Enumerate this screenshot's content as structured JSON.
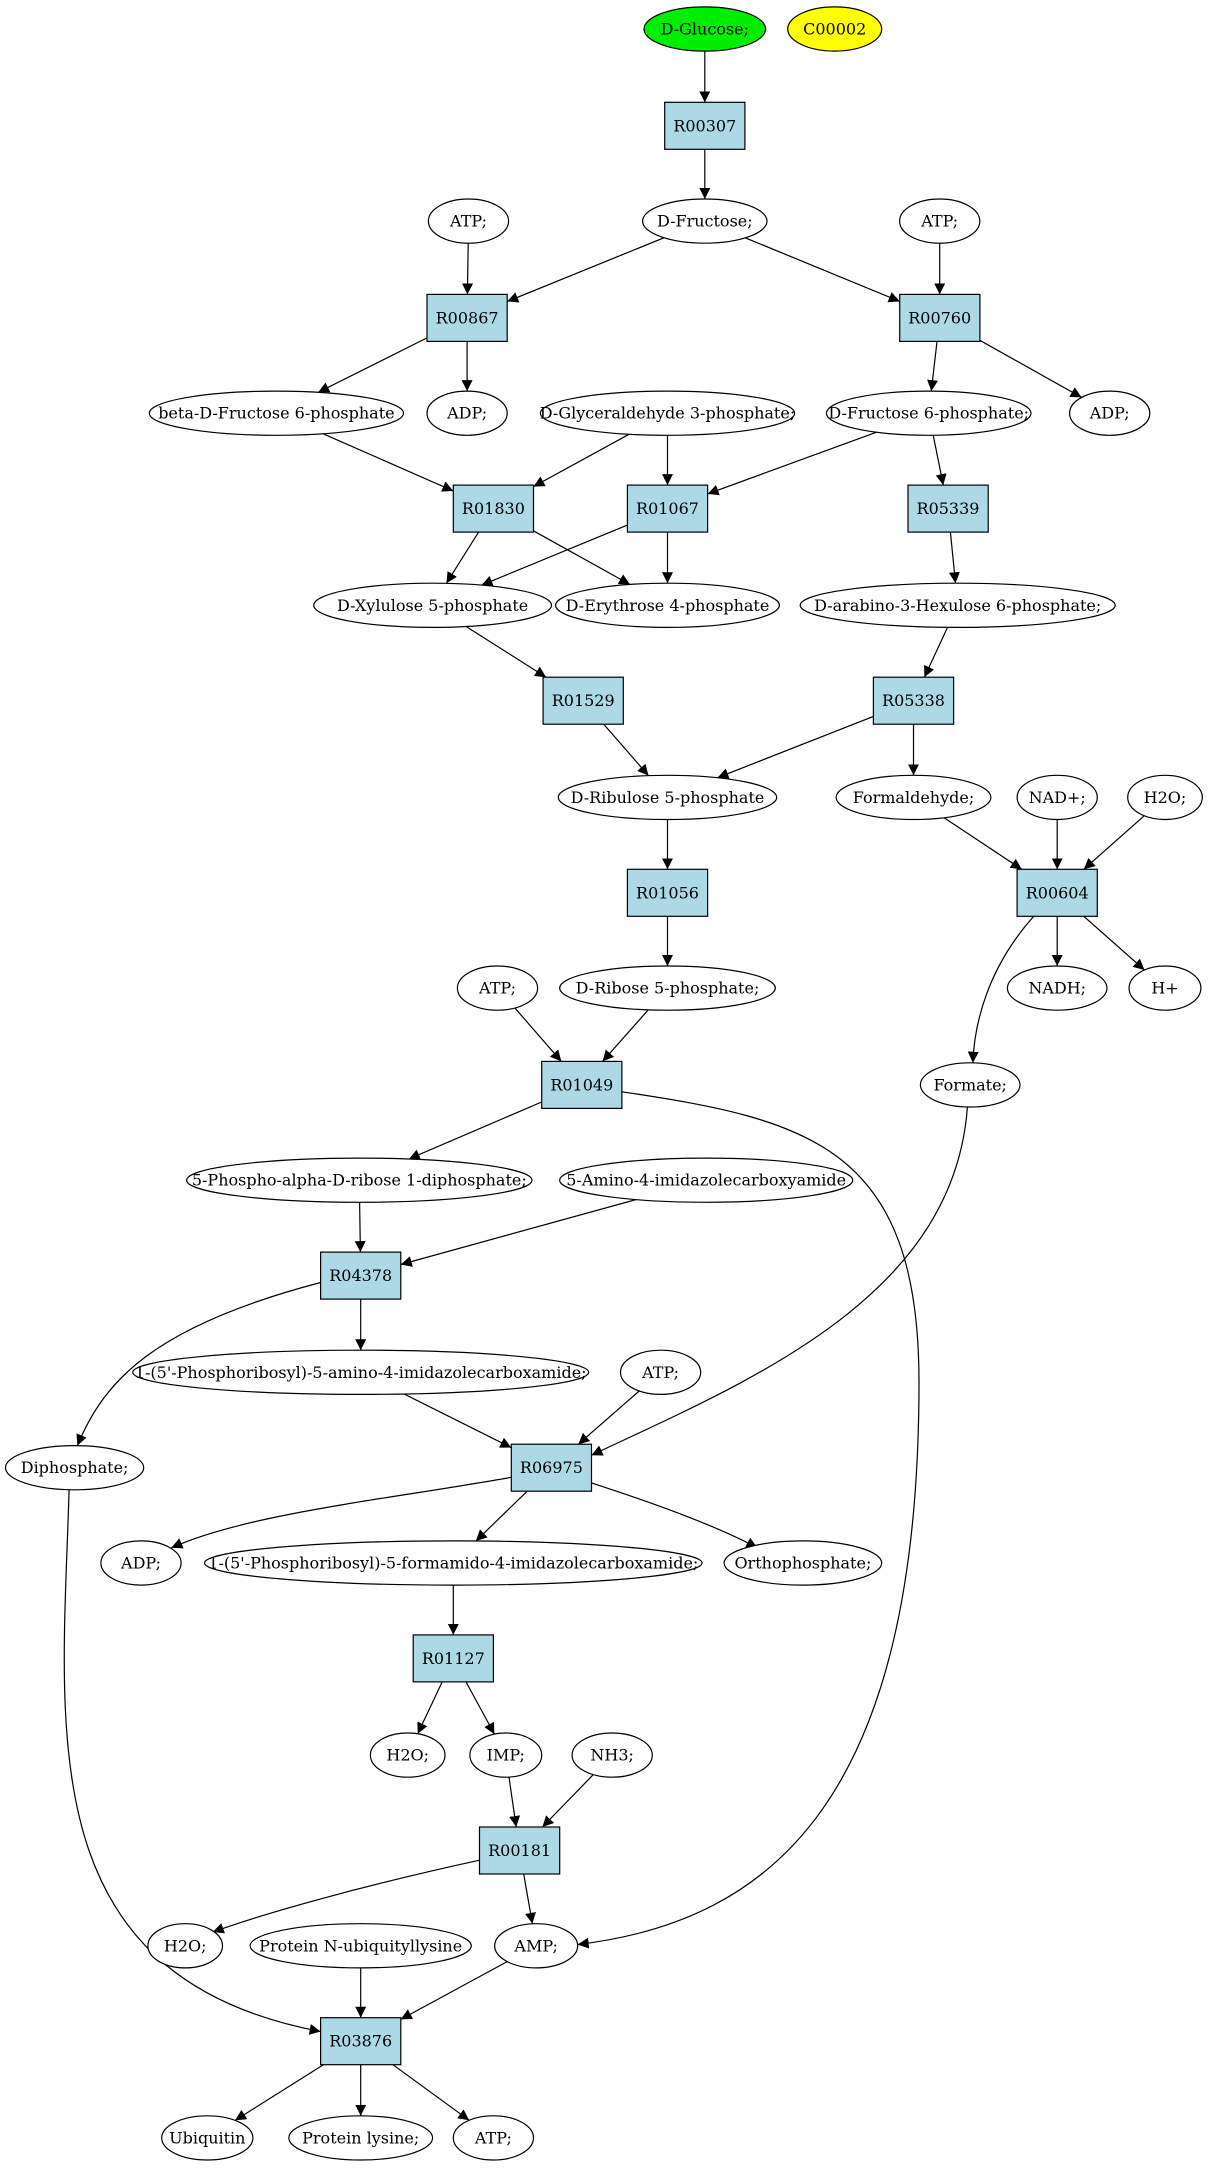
{
  "colors": {
    "reaction_fill": "#add8e6",
    "start_fill": "#00ee00",
    "highlight_fill": "#ffff00",
    "compound_fill": "#ffffff",
    "stroke": "#000000"
  },
  "nodes": [
    {
      "id": "g",
      "label": "D-Glucose;",
      "type": "start"
    },
    {
      "id": "c2",
      "label": "C00002",
      "type": "highlight"
    },
    {
      "id": "r307",
      "label": "R00307",
      "type": "reaction"
    },
    {
      "id": "fru",
      "label": "D-Fructose;",
      "type": "compound"
    },
    {
      "id": "atp1",
      "label": "ATP;",
      "type": "compound"
    },
    {
      "id": "atp2",
      "label": "ATP;",
      "type": "compound"
    },
    {
      "id": "r867",
      "label": "R00867",
      "type": "reaction"
    },
    {
      "id": "r760",
      "label": "R00760",
      "type": "reaction"
    },
    {
      "id": "bf6p",
      "label": "beta-D-Fructose 6-phosphate",
      "type": "compound"
    },
    {
      "id": "adp1",
      "label": "ADP;",
      "type": "compound"
    },
    {
      "id": "g3p",
      "label": "D-Glyceraldehyde 3-phosphate;",
      "type": "compound"
    },
    {
      "id": "f6p",
      "label": "D-Fructose 6-phosphate;",
      "type": "compound"
    },
    {
      "id": "adp2",
      "label": "ADP;",
      "type": "compound"
    },
    {
      "id": "r1830",
      "label": "R01830",
      "type": "reaction"
    },
    {
      "id": "r1067",
      "label": "R01067",
      "type": "reaction"
    },
    {
      "id": "r5339",
      "label": "R05339",
      "type": "reaction"
    },
    {
      "id": "xu5p",
      "label": "D-Xylulose 5-phosphate",
      "type": "compound"
    },
    {
      "id": "e4p",
      "label": "D-Erythrose 4-phosphate",
      "type": "compound"
    },
    {
      "id": "hu6p",
      "label": "D-arabino-3-Hexulose 6-phosphate;",
      "type": "compound"
    },
    {
      "id": "r1529",
      "label": "R01529",
      "type": "reaction"
    },
    {
      "id": "r5338",
      "label": "R05338",
      "type": "reaction"
    },
    {
      "id": "ru5p",
      "label": "D-Ribulose 5-phosphate",
      "type": "compound"
    },
    {
      "id": "form",
      "label": "Formaldehyde;",
      "type": "compound"
    },
    {
      "id": "nad",
      "label": "NAD+;",
      "type": "compound"
    },
    {
      "id": "h2o1",
      "label": "H2O;",
      "type": "compound"
    },
    {
      "id": "r1056",
      "label": "R01056",
      "type": "reaction"
    },
    {
      "id": "r604",
      "label": "R00604",
      "type": "reaction"
    },
    {
      "id": "atp3",
      "label": "ATP;",
      "type": "compound"
    },
    {
      "id": "r5p",
      "label": "D-Ribose 5-phosphate;",
      "type": "compound"
    },
    {
      "id": "nadh",
      "label": "NADH;",
      "type": "compound"
    },
    {
      "id": "hp",
      "label": "H+",
      "type": "compound"
    },
    {
      "id": "r1049",
      "label": "R01049",
      "type": "reaction"
    },
    {
      "id": "fmt",
      "label": "Formate;",
      "type": "compound"
    },
    {
      "id": "prpp",
      "label": "5-Phospho-alpha-D-ribose 1-diphosphate;",
      "type": "compound"
    },
    {
      "id": "aica",
      "label": "5-Amino-4-imidazolecarboxyamide",
      "type": "compound"
    },
    {
      "id": "r4378",
      "label": "R04378",
      "type": "reaction"
    },
    {
      "id": "aicar",
      "label": "1-(5'-Phosphoribosyl)-5-amino-4-imidazolecarboxamide;",
      "type": "compound"
    },
    {
      "id": "atp4",
      "label": "ATP;",
      "type": "compound"
    },
    {
      "id": "dip",
      "label": "Diphosphate;",
      "type": "compound"
    },
    {
      "id": "r6975",
      "label": "R06975",
      "type": "reaction"
    },
    {
      "id": "adp3",
      "label": "ADP;",
      "type": "compound"
    },
    {
      "id": "faicar",
      "label": "1-(5'-Phosphoribosyl)-5-formamido-4-imidazolecarboxamide;",
      "type": "compound"
    },
    {
      "id": "orth",
      "label": "Orthophosphate;",
      "type": "compound"
    },
    {
      "id": "r1127",
      "label": "R01127",
      "type": "reaction"
    },
    {
      "id": "h2o2",
      "label": "H2O;",
      "type": "compound"
    },
    {
      "id": "imp",
      "label": "IMP;",
      "type": "compound"
    },
    {
      "id": "nh3",
      "label": "NH3;",
      "type": "compound"
    },
    {
      "id": "r181",
      "label": "R00181",
      "type": "reaction"
    },
    {
      "id": "h2o3",
      "label": "H2O;",
      "type": "compound"
    },
    {
      "id": "pnu",
      "label": "Protein N-ubiquityllysine",
      "type": "compound"
    },
    {
      "id": "amp",
      "label": "AMP;",
      "type": "compound"
    },
    {
      "id": "r3876",
      "label": "R03876",
      "type": "reaction"
    },
    {
      "id": "ubq",
      "label": "Ubiquitin",
      "type": "compound"
    },
    {
      "id": "plys",
      "label": "Protein lysine;",
      "type": "compound"
    },
    {
      "id": "atp5",
      "label": "ATP;",
      "type": "compound"
    }
  ],
  "edges": [
    [
      "g",
      "r307"
    ],
    [
      "r307",
      "fru"
    ],
    [
      "fru",
      "r867"
    ],
    [
      "atp1",
      "r867"
    ],
    [
      "r867",
      "bf6p"
    ],
    [
      "r867",
      "adp1"
    ],
    [
      "fru",
      "r760"
    ],
    [
      "atp2",
      "r760"
    ],
    [
      "r760",
      "f6p"
    ],
    [
      "r760",
      "adp2"
    ],
    [
      "bf6p",
      "r1830"
    ],
    [
      "g3p",
      "r1830"
    ],
    [
      "r1830",
      "xu5p"
    ],
    [
      "r1830",
      "e4p"
    ],
    [
      "g3p",
      "r1067"
    ],
    [
      "f6p",
      "r1067"
    ],
    [
      "r1067",
      "xu5p"
    ],
    [
      "r1067",
      "e4p"
    ],
    [
      "f6p",
      "r5339"
    ],
    [
      "r5339",
      "hu6p"
    ],
    [
      "xu5p",
      "r1529"
    ],
    [
      "r1529",
      "ru5p"
    ],
    [
      "hu6p",
      "r5338"
    ],
    [
      "r5338",
      "ru5p"
    ],
    [
      "r5338",
      "form"
    ],
    [
      "form",
      "r604"
    ],
    [
      "nad",
      "r604"
    ],
    [
      "h2o1",
      "r604"
    ],
    [
      "r604",
      "nadh"
    ],
    [
      "r604",
      "hp"
    ],
    [
      "r604",
      "fmt"
    ],
    [
      "ru5p",
      "r1056"
    ],
    [
      "r1056",
      "r5p"
    ],
    [
      "atp3",
      "r1049"
    ],
    [
      "r5p",
      "r1049"
    ],
    [
      "r1049",
      "prpp"
    ],
    [
      "r1049",
      "amp"
    ],
    [
      "prpp",
      "r4378"
    ],
    [
      "aica",
      "r4378"
    ],
    [
      "r4378",
      "aicar"
    ],
    [
      "r4378",
      "dip"
    ],
    [
      "aicar",
      "r6975"
    ],
    [
      "atp4",
      "r6975"
    ],
    [
      "fmt",
      "r6975"
    ],
    [
      "r6975",
      "adp3"
    ],
    [
      "r6975",
      "faicar"
    ],
    [
      "r6975",
      "orth"
    ],
    [
      "faicar",
      "r1127"
    ],
    [
      "r1127",
      "h2o2"
    ],
    [
      "r1127",
      "imp"
    ],
    [
      "imp",
      "r181"
    ],
    [
      "nh3",
      "r181"
    ],
    [
      "r181",
      "h2o3"
    ],
    [
      "r181",
      "amp"
    ],
    [
      "pnu",
      "r3876"
    ],
    [
      "amp",
      "r3876"
    ],
    [
      "dip",
      "r3876"
    ],
    [
      "r3876",
      "ubq"
    ],
    [
      "r3876",
      "plys"
    ],
    [
      "r3876",
      "atp5"
    ]
  ]
}
